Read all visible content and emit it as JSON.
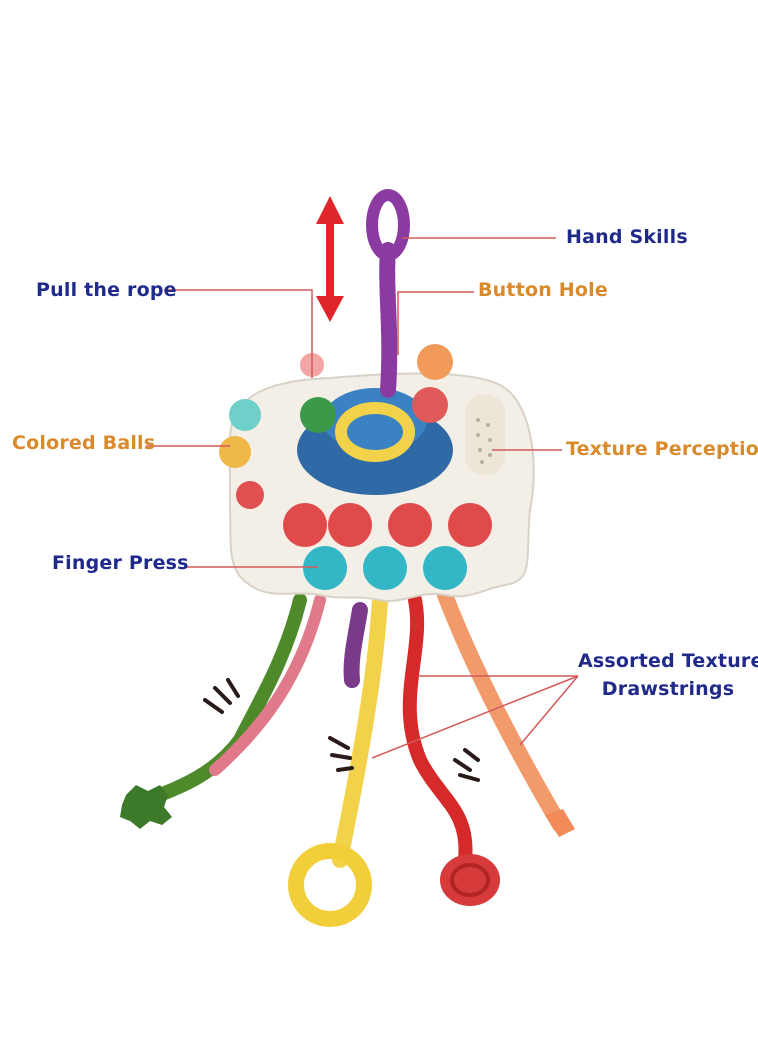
{
  "labels": {
    "hand_skills": "Hand Skills",
    "pull_rope": "Pull the rope",
    "button_hole": "Button Hole",
    "colored_balls": "Colored Balls",
    "texture_perception": "Texture Perception",
    "finger_press": "Finger Press",
    "assorted_line1": "Assorted Textured",
    "assorted_line2": "Drawstrings"
  },
  "colors": {
    "label_navy": "#1f2a8a",
    "label_orange": "#d98a2a",
    "leader_line": "#d45a5a",
    "arrow_red": "#e0262a"
  }
}
